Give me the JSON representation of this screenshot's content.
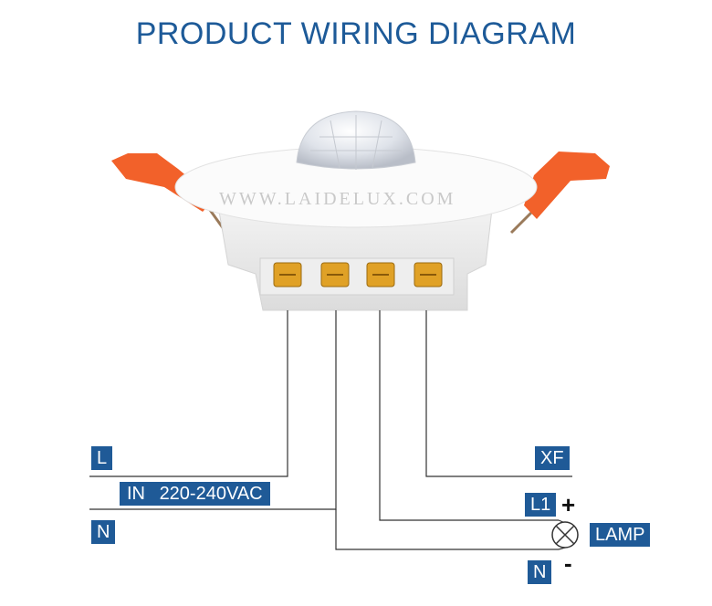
{
  "title": "PRODUCT WIRING DIAGRAM",
  "watermark": "WWW.LAIDELUX.COM",
  "labels": {
    "L": "L",
    "IN": "IN",
    "voltage": "220-240VAC",
    "N_left": "N",
    "XF": "XF",
    "L1": "L1",
    "lamp": "LAMP",
    "N_right": "N"
  },
  "signs": {
    "plus": "+",
    "minus": "-"
  },
  "colors": {
    "title": "#1d5a98",
    "label_bg": "#1f5a97",
    "clip": "#f2612a",
    "terminal": "#e0a126"
  }
}
